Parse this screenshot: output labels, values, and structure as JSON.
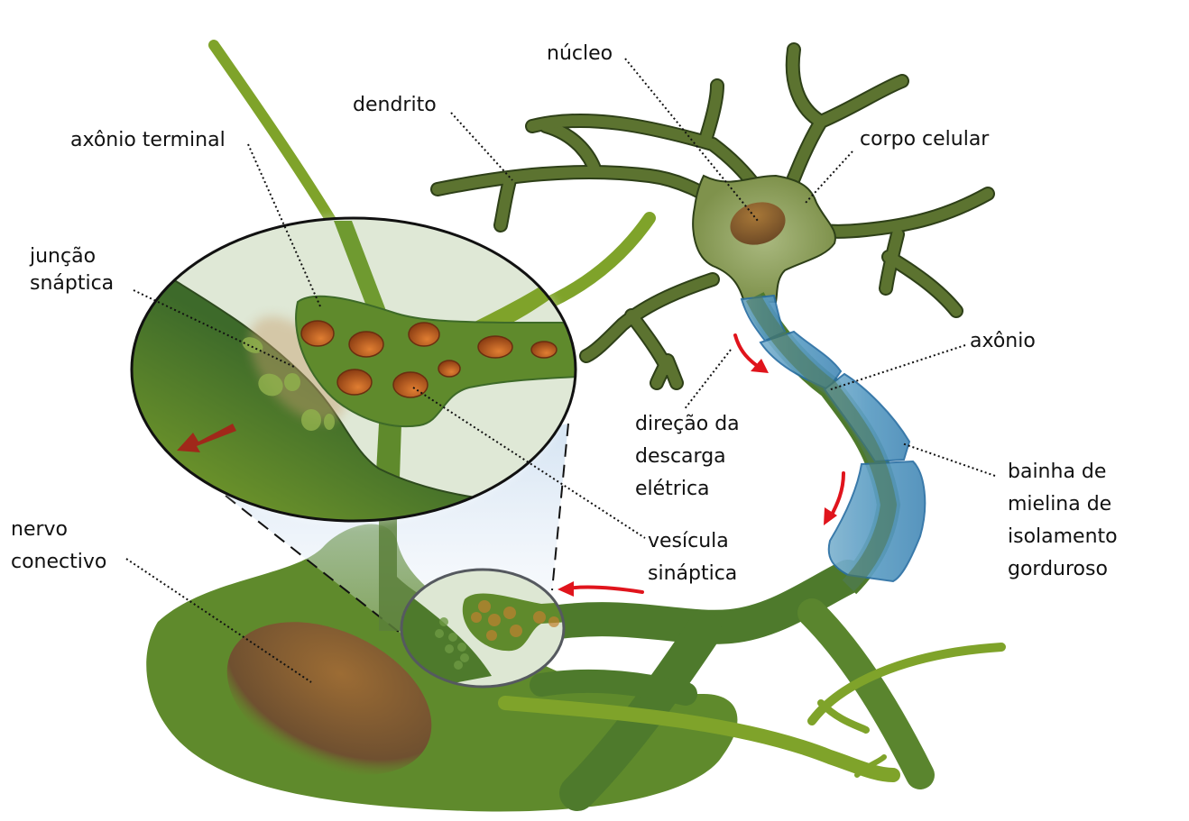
{
  "diagram": {
    "title": "Neuron anatomy (Portuguese labels)",
    "labels": {
      "nucleo": "núcleo",
      "dendrito": "dendrito",
      "axonio_terminal": "axônio terminal",
      "corpo_celular": "corpo celular",
      "juncao_sinaptica": [
        "junção",
        "snáptica"
      ],
      "axonio": "axônio",
      "direcao_descarga": [
        "direção da",
        "descarga",
        "elétrica"
      ],
      "bainha_mielina": [
        "bainha de",
        "mielina de",
        "isolamento",
        "gorduroso"
      ],
      "nervo_conectivo": [
        "nervo",
        "conectivo"
      ],
      "vesicula_sinaptica": [
        "vesícula",
        "sináptica"
      ]
    },
    "colors": {
      "dendrite_green": "#5c7330",
      "cell_body_green": "#9aac6e",
      "axon_green": "#4e7a2c",
      "light_green": "#7fa32a",
      "myelin_blue": "#5b9dc4",
      "myelin_stroke": "#2a6fa3",
      "nucleus_brown": "#8a5a2e",
      "vesicle_orange": "#c8661e",
      "arrow_red": "#e0141c",
      "dark_red_arrow": "#a0281a",
      "zoom_bg": "#dfe8d6"
    }
  }
}
